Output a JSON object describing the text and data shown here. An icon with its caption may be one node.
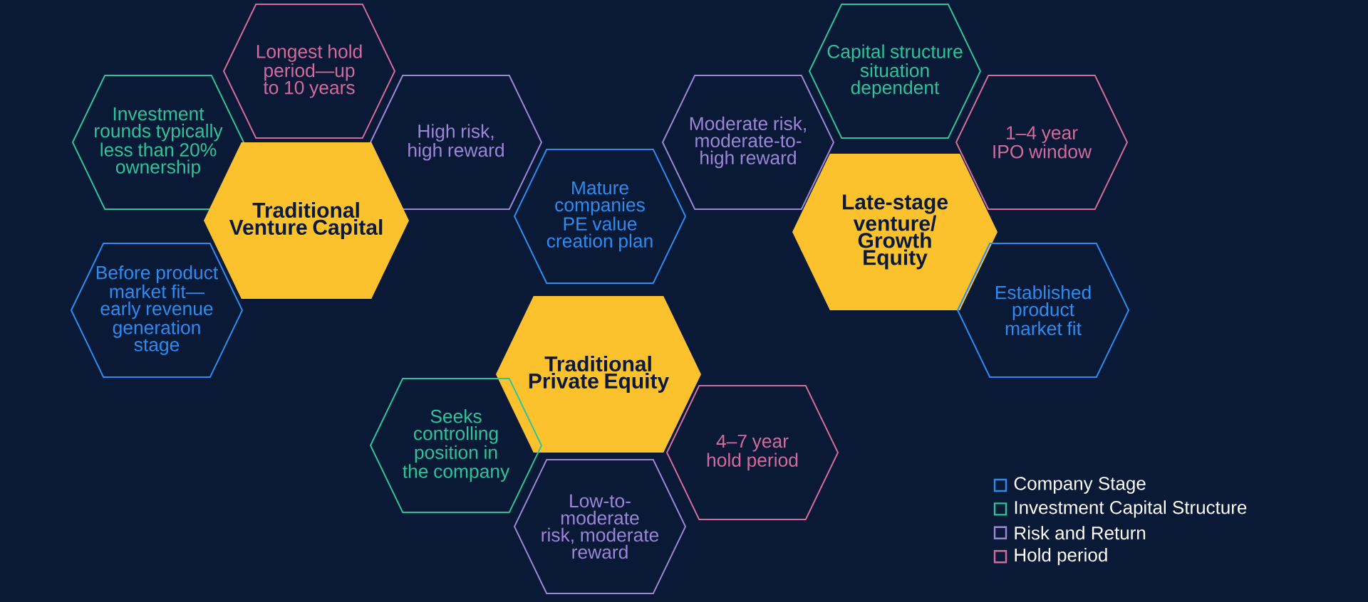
{
  "diagram": {
    "nodes": [
      {
        "text": [
          "Longest hold period—up to 10 years"
        ]
      },
      {
        "text": [
          "Investment rounds typically less than 20% ownership"
        ]
      },
      {
        "text": [
          "High risk, high reward"
        ]
      },
      {
        "text": [
          "Traditional Venture Capital"
        ]
      },
      {
        "text": [
          "Before product market fit—early revenue generation stage"
        ]
      },
      {
        "text": [
          "Capital structure situation dependent"
        ]
      },
      {
        "text": [
          "Moderate risk, moderate-to-high reward"
        ]
      },
      {
        "text": [
          "1–4 year IPO window"
        ]
      },
      {
        "text": [
          "Mature companies PE value creation plan"
        ]
      },
      {
        "text": [
          "Late-stage venture/ Growth Equity"
        ]
      },
      {
        "text": [
          "Established product market fit"
        ]
      },
      {
        "text": [
          "Traditional Private Equity"
        ]
      },
      {
        "text": [
          "Seeks controlling position in the company"
        ]
      },
      {
        "text": [
          "4–7 year hold period"
        ]
      },
      {
        "text": [
          "Low-to-moderate risk, moderate reward"
        ]
      }
    ],
    "legend": [
      {
        "text": "Company Stage",
        "color": "#2d8cf0"
      },
      {
        "text": "Investment Capital Structure",
        "color": "#2ec49b"
      },
      {
        "text": "Risk and Return",
        "color": "#9c86d8"
      },
      {
        "text": "Hold period",
        "color": "#d56b9d"
      }
    ]
  }
}
